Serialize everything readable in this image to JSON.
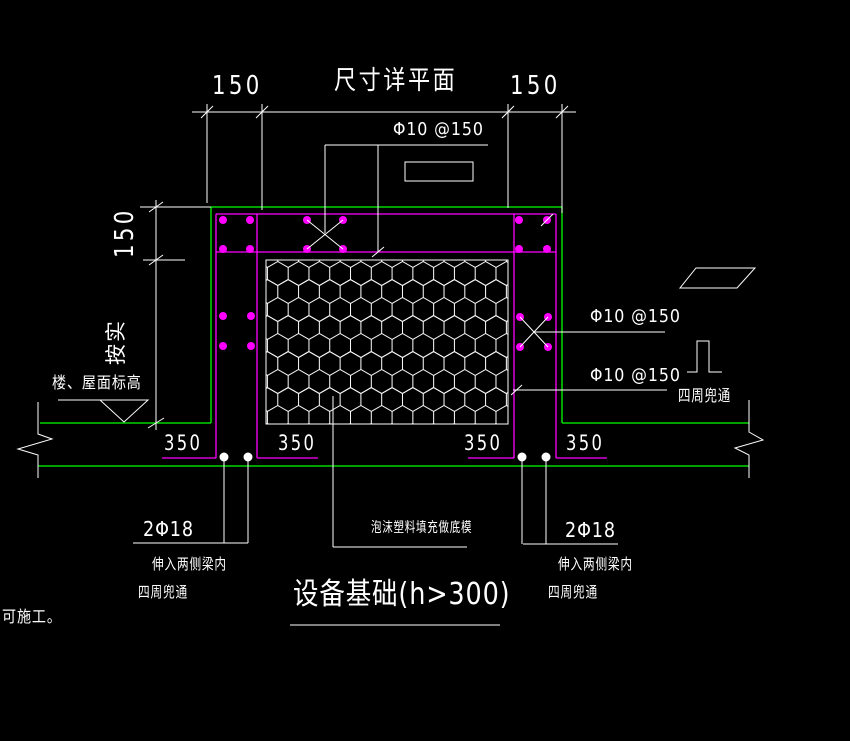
{
  "drawing": {
    "plan_note": "尺寸详平面",
    "title": "设备基础(h>300)",
    "note_bottom_left": "可施工。",
    "dims": {
      "top_left_150": "150",
      "top_right_150": "150",
      "left_150": "150",
      "left_depth_note": "按实",
      "s350_left_outer": "350",
      "s350_left_inner": "350",
      "s350_right_inner": "350",
      "s350_right_outer": "350"
    },
    "labels": {
      "top_rebar": "Φ10 @150",
      "right_rebar_upper": "Φ10 @150",
      "right_rebar_lower": "Φ10 @150",
      "right_rebar_note": "四周兜通",
      "level_label": "楼、屋面标高",
      "foam_label": "泡沫塑料填充做底模",
      "left_bar": "2Φ18",
      "left_bar_note1": "伸入两侧梁内",
      "left_bar_note2": "四周兜通",
      "right_bar": "2Φ18",
      "right_bar_note1": "伸入两侧梁内",
      "right_bar_note2": "四周兜通"
    },
    "colors": {
      "background": "#000000",
      "line_green": "#00ff00",
      "line_magenta": "#ff00ff",
      "line_white": "#ffffff"
    }
  }
}
